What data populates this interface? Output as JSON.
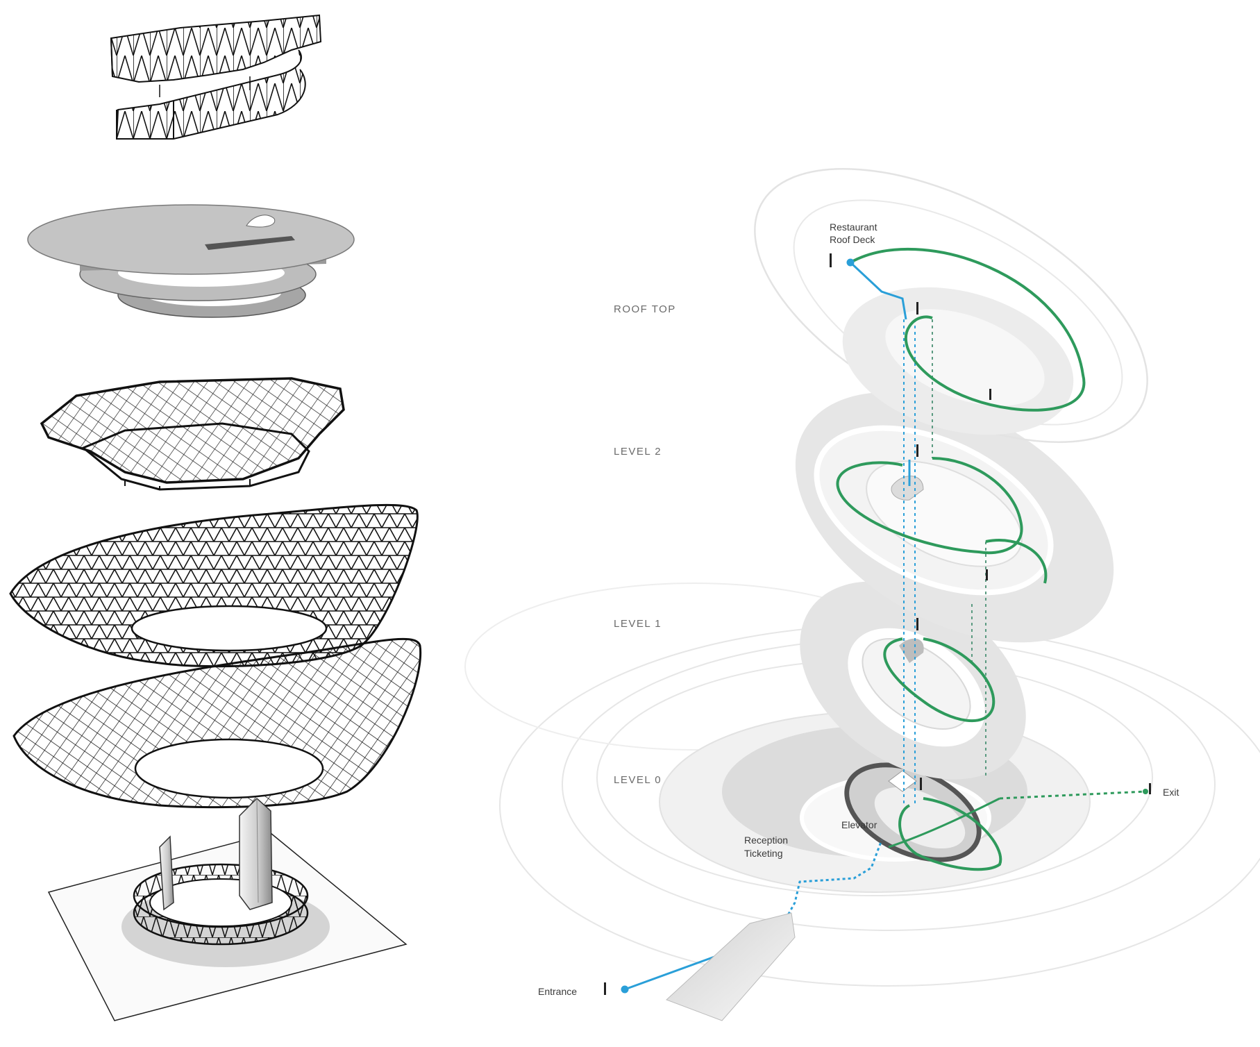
{
  "levels": {
    "roof_top": "ROOF TOP",
    "level_2": "LEVEL 2",
    "level_1": "LEVEL 1",
    "level_0": "LEVEL 0"
  },
  "annotations": {
    "restaurant_line1": "Restaurant",
    "restaurant_line2": "Roof Deck",
    "reception_line1": "Reception",
    "reception_line2": "Ticketing",
    "elevator": "Elevator",
    "exit": "Exit",
    "entrance": "Entrance"
  },
  "colors": {
    "circulation_green": "#2e9a5c",
    "circulation_blue": "#2a9fd8",
    "linework": "#1a1a1a",
    "plate_gray": "#b8b8b8",
    "shadow_gray": "#dcdcdc"
  }
}
